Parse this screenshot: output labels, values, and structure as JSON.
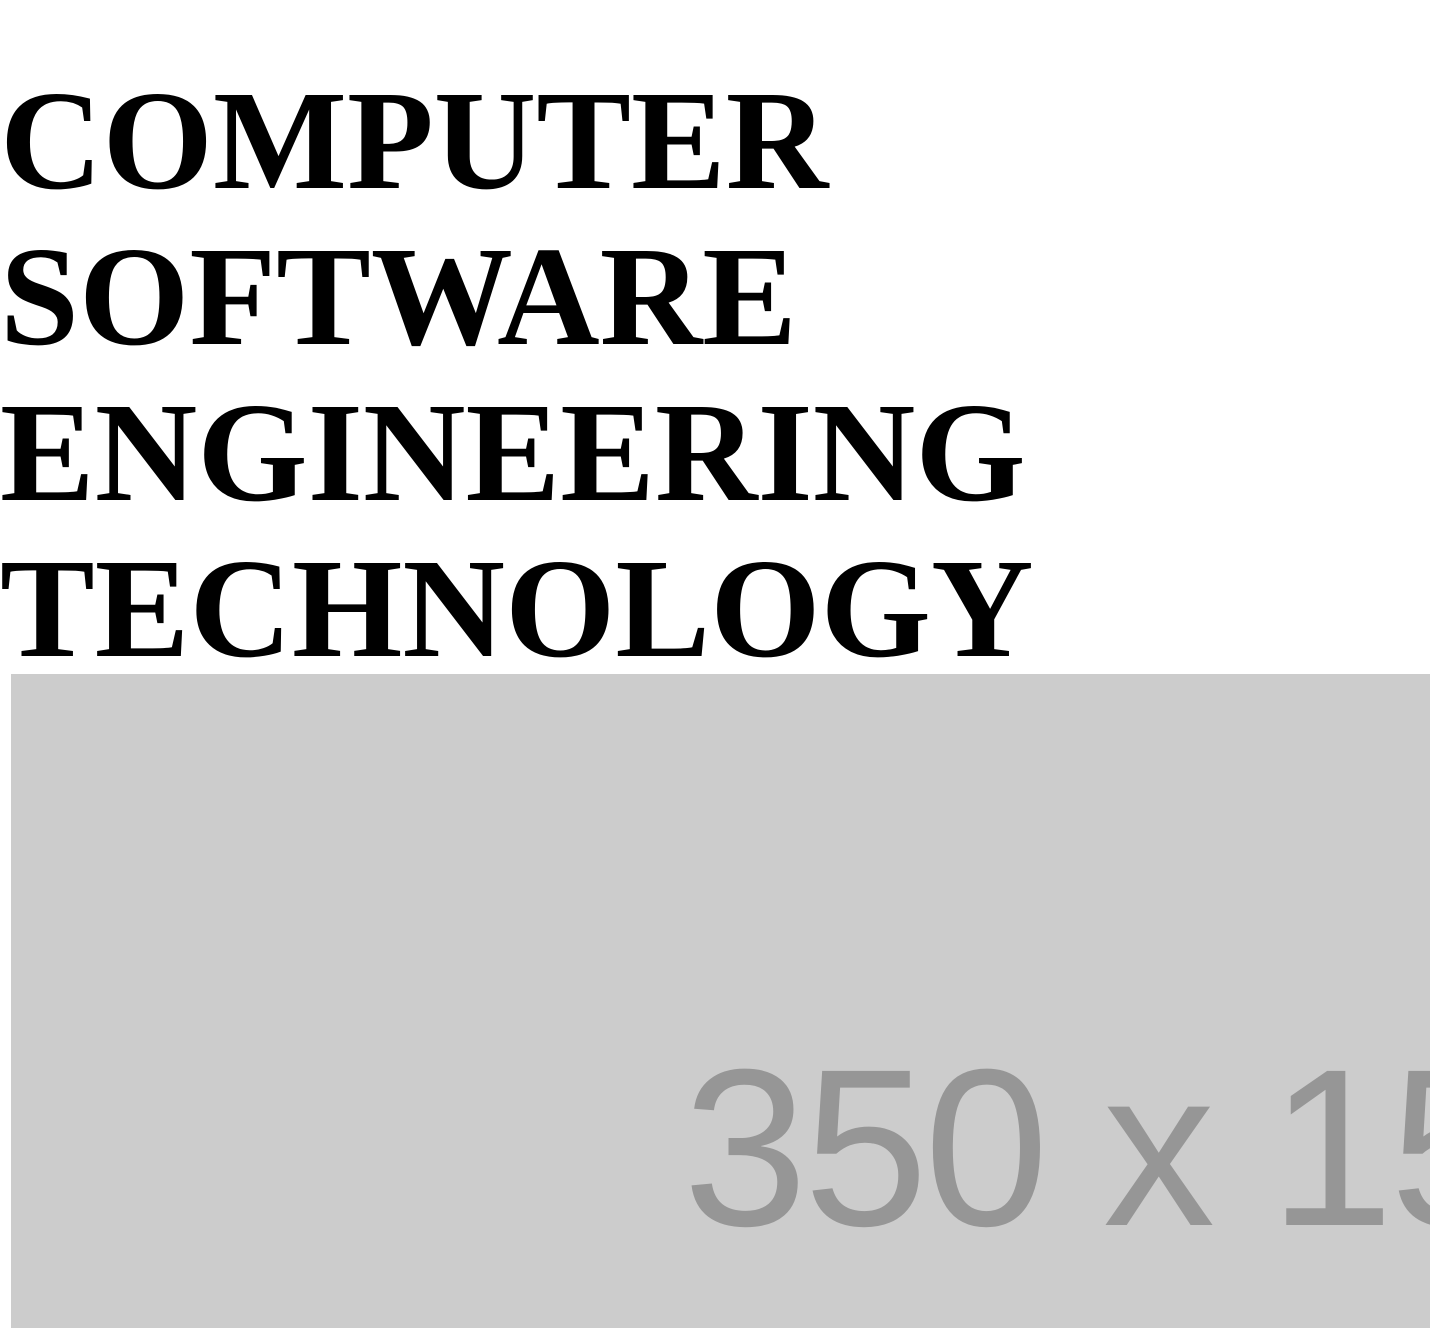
{
  "heading": {
    "lines": [
      "COMPUTER",
      "SOFTWARE",
      "ENGINEERING",
      "TECHNOLOGY"
    ]
  },
  "image_placeholder": {
    "label": "350 x 15",
    "background_color": "#cccccc",
    "text_color": "#969696"
  }
}
